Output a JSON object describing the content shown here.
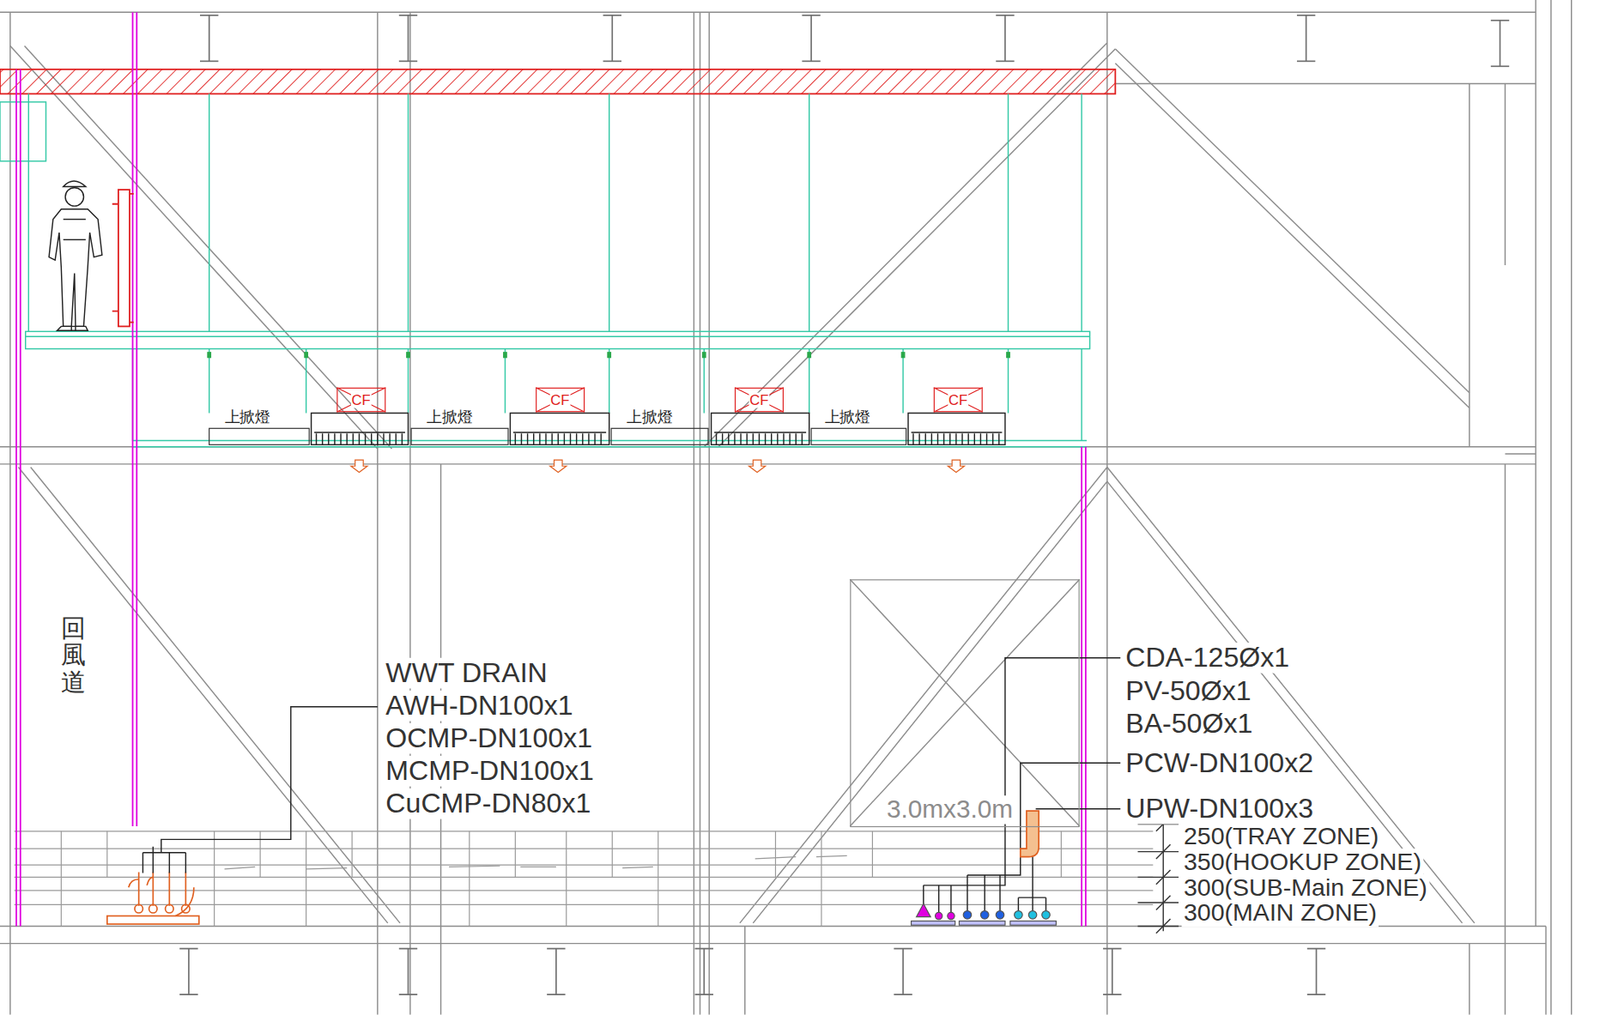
{
  "diagram": {
    "nodes": [
      {
        "text": [
          "CF"
        ]
      },
      {
        "text": [
          "CF"
        ]
      },
      {
        "text": [
          "CF"
        ]
      },
      {
        "text": [
          "CF"
        ]
      },
      {
        "text": [
          "3.0mx3.0m"
        ]
      }
    ],
    "labels": [
      "上掀燈",
      "上掀燈",
      "上掀燈",
      "上掀燈",
      "回風道",
      "WWT DRAIN",
      "AWH-DN100x1",
      "OCMP-DN100x1",
      "MCMP-DN100x1",
      "CuCMP-DN80x1",
      "CDA-125Øx1",
      "PV-50Øx1",
      "BA-50Øx1",
      "PCW-DN100x2",
      "UPW-DN100x3",
      "250(TRAY ZONE)",
      "350(HOOKUP ZONE)",
      "300(SUB-Main ZONE)",
      "300(MAIN ZONE)"
    ]
  }
}
